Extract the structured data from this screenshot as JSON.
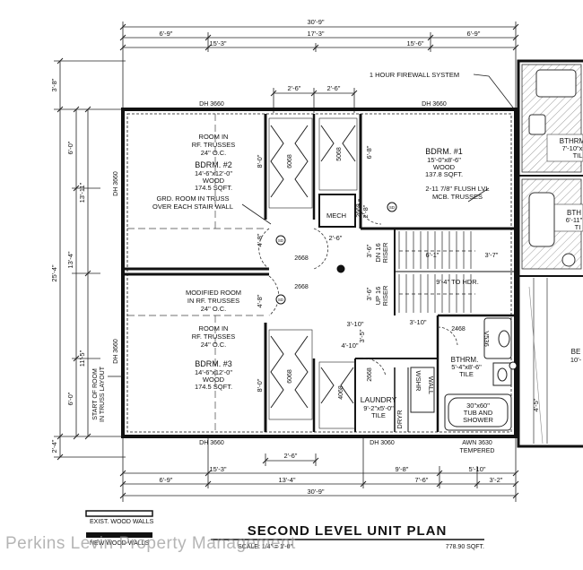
{
  "plan": {
    "title": "SECOND LEVEL UNIT PLAN",
    "scale": "SCALE: 1/4\" = 1'-0\"",
    "area": "778.90 SQFT.",
    "watermark": "Perkins Levin Property Management"
  },
  "legend": {
    "existing": "EXIST. WOOD WALLS",
    "new": "NEW WOOD WALLS"
  },
  "notes": {
    "firewall": "1 HOUR FIREWALL SYSTEM",
    "flush_1": "2-11 7/8\" FLUSH LVL",
    "flush_2": "MCB. TRUSSES",
    "grd_1": "GRD. ROOM IN TRUSS",
    "grd_2": "OVER EACH STAIR WALL",
    "truss_start_1": "START OF ROOM",
    "truss_start_2": "IN TRUSS LAYOUT"
  },
  "rooms": {
    "bdrm2": {
      "l1": "ROOM IN",
      "l2": "RF. TRUSSES",
      "l3": "24\" O.C.",
      "l4": "BDRM. #2",
      "l5": "14'-6\"x12'-0\"",
      "l6": "WOOD",
      "l7": "174.5 SQFT."
    },
    "bdrm1": {
      "l1": "BDRM. #1",
      "l2": "15'-0\"x8'-6\"",
      "l3": "WOOD",
      "l4": "137.8 SQFT."
    },
    "modified": {
      "l1": "MODIFIED ROOM",
      "l2": "IN RF. TRUSSES",
      "l3": "24\" O.C."
    },
    "bdrm3": {
      "l1": "ROOM IN",
      "l2": "RF. TRUSSES",
      "l3": "24\" O.C.",
      "l4": "BDRM. #3",
      "l5": "14'-6\"x12'-0\"",
      "l6": "WOOD",
      "l7": "174.5 SQFT."
    },
    "mech": "MECH",
    "laundry": {
      "l1": "LAUNDRY",
      "l2": "9'-2\"x5'-0\"",
      "l3": "TILE"
    },
    "bthrm": {
      "l1": "BTHRM.",
      "l2": "5'-4\"x8'-6\"",
      "l3": "TILE"
    },
    "tub": {
      "l1": "30\"x60\"",
      "l2": "TUB AND",
      "l3": "SHOWER"
    },
    "dn16": {
      "l1": "DN 16",
      "l2": "RISER"
    },
    "up16": {
      "l1": "UP 16",
      "l2": "RISER"
    },
    "washer": "WSHR",
    "dryer": "DRYR",
    "wall": "WALL",
    "vanity": "V536",
    "bthrm_right1": {
      "l1": "BTHRM",
      "l2": "7'-10\"x",
      "l3": "TIL"
    },
    "bthrm_right2": {
      "l1": "BTH",
      "l2": "6'-11\"",
      "l3": "TI"
    },
    "bed_right": {
      "l1": "BE",
      "l2": "10'-"
    }
  },
  "tags": {
    "dh_top_left": "DH 3660",
    "dh_top_right": "DH 3660",
    "dh_bot_left": "DH 3660",
    "dh_bot_mid": "DH 3060",
    "dh_left_top": "DH 3660",
    "dh_left_bot": "DH 3660",
    "awn_1": "AWN 3630",
    "awn_2": "TEMPERED",
    "d6068_a": "6068",
    "d5068": "5068",
    "d6068_b": "6068",
    "d4068": "4068",
    "d2668_a": "2668",
    "d2668_b": "2668",
    "d2668_mech": "2668",
    "d2668_laund": "2668",
    "d2468": "2468",
    "smoke": "SD"
  },
  "dims": {
    "top_total": "30'-9\"",
    "top_6_9_a": "6'-9\"",
    "top_17_3": "17'-3\"",
    "top_6_9_b": "6'-9\"",
    "top_15_3": "15'-3\"",
    "top_15_6": "15'-6\"",
    "top_2_6_a": "2'-6\"",
    "top_2_6_b": "2'-6\"",
    "bot_15_3": "15'-3\"",
    "bot_9_8": "9'-8\"",
    "bot_5_10": "5'-10\"",
    "bot_6_9": "6'-9\"",
    "bot_13_4": "13'-4\"",
    "bot_7_6": "7'-6\"",
    "bot_3_2": "3'-2\"",
    "bot_total": "30'-9\"",
    "bot_2_6": "2'-6\"",
    "left_3_8": "3'-8\"",
    "left_6_0_a": "6'-0\"",
    "left_25_4": "25'-4\"",
    "left_13_4": "13'-4\"",
    "left_13_11": "13'-11\"",
    "left_11_5": "11'-5\"",
    "left_6_0_b": "6'-0\"",
    "left_2_4": "2'-4\"",
    "in_8_0_a": "8'-0\"",
    "in_6_8": "6'-8\"",
    "in_4_8_a": "4'-8\"",
    "in_2_6_hall": "2'-6\"",
    "in_4_8_b": "4'-8\"",
    "in_8_0_b": "8'-0\"",
    "in_2_8": "2'-8\"",
    "in_3_6_a": "3'-6\"",
    "in_3_6_b": "3'-6\"",
    "in_6_1": "6'-1\"",
    "in_3_7": "3'-7\"",
    "in_9_4": "9'-4\" TO HDR.",
    "in_3_10_a": "3'-10\"",
    "in_3_10_b": "3'-10\"",
    "in_4_10": "4'-10\"",
    "in_3_5": "3'-5\"",
    "in_4_5": "4'-5\""
  }
}
